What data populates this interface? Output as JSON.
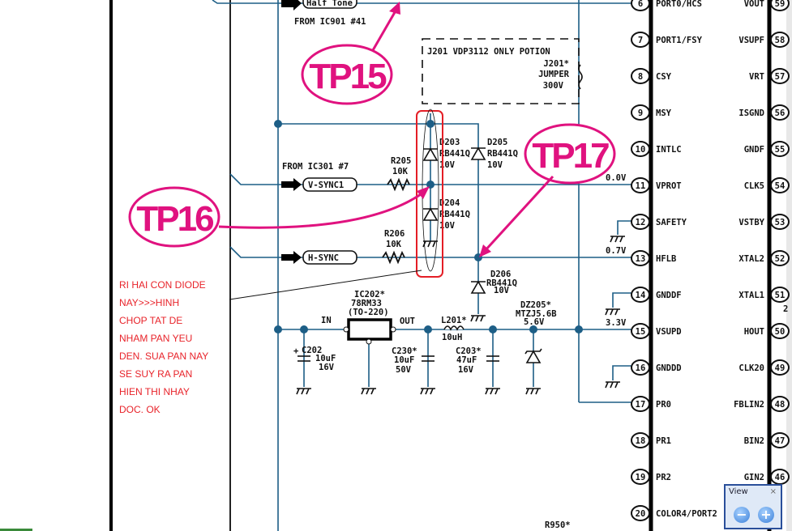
{
  "annotations": {
    "tp15": "TP15",
    "tp16": "TP16",
    "tp17": "TP17",
    "note_lines": [
      "RI HAI CON DIODE",
      "NAY>>>HINH",
      "CHOP TAT DE",
      "NHAM PAN YEU",
      "DEN. SUA PAN NAY",
      "SE SUY RA PAN",
      "HIEN THI NHAY",
      "DOC. OK"
    ]
  },
  "signals": {
    "half_tone": "Half Tone",
    "from_ic901": "FROM IC901 #41",
    "from_ic301": "FROM IC301 #7",
    "vsync": "V-SYNC1",
    "hsync": "H-SYNC"
  },
  "jumper_box": {
    "title": "J201 VDP3112 ONLY POTION",
    "ref": "J201*",
    "type": "JUMPER",
    "value": "300V"
  },
  "components": {
    "r205": {
      "ref": "R205",
      "value": "10K"
    },
    "r206": {
      "ref": "R206",
      "value": "10K"
    },
    "d203": {
      "ref": "D203",
      "part": "RB441Q",
      "v": "10V"
    },
    "d204": {
      "ref": "D204",
      "part": "RB441Q",
      "v": "10V"
    },
    "d205": {
      "ref": "D205",
      "part": "RB441Q",
      "v": "10V"
    },
    "d206": {
      "ref": "D206",
      "part": "RB441Q",
      "v": "10V"
    },
    "ic202": {
      "ref": "IC202*",
      "part": "78RM33",
      "pkg": "(TO-220)",
      "in": "IN",
      "out": "OUT"
    },
    "c202": {
      "ref": "C202",
      "value": "10uF",
      "v": "16V"
    },
    "c230": {
      "ref": "C230*",
      "value": "10uF",
      "v": "50V"
    },
    "c203": {
      "ref": "C203*",
      "value": "47uF",
      "v": "16V"
    },
    "l201": {
      "ref": "L201*",
      "value": "10uH"
    },
    "dz205": {
      "ref": "DZ205*",
      "part": "MTZJ5.6B",
      "v": "5.6V"
    },
    "r950": "R950*"
  },
  "voltages": {
    "v11": "0.0V",
    "v13": "0.7V",
    "v15": "3.3V"
  },
  "ic_left_pins": [
    {
      "n": "6",
      "name": "PORT0/HCS"
    },
    {
      "n": "7",
      "name": "PORT1/FSY"
    },
    {
      "n": "8",
      "name": "CSY"
    },
    {
      "n": "9",
      "name": "MSY"
    },
    {
      "n": "10",
      "name": "INTLC"
    },
    {
      "n": "11",
      "name": "VPROT"
    },
    {
      "n": "12",
      "name": "SAFETY"
    },
    {
      "n": "13",
      "name": "HFLB"
    },
    {
      "n": "14",
      "name": "GNDDF"
    },
    {
      "n": "15",
      "name": "VSUPD"
    },
    {
      "n": "16",
      "name": "GNDDD"
    },
    {
      "n": "17",
      "name": "PR0"
    },
    {
      "n": "18",
      "name": "PR1"
    },
    {
      "n": "19",
      "name": "PR2"
    },
    {
      "n": "20",
      "name": "COLOR4/PORT2"
    }
  ],
  "ic_right_pins": [
    {
      "n": "59",
      "name": "VOUT"
    },
    {
      "n": "58",
      "name": "VSUPF"
    },
    {
      "n": "57",
      "name": "VRT"
    },
    {
      "n": "56",
      "name": "ISGND"
    },
    {
      "n": "55",
      "name": "GNDF"
    },
    {
      "n": "54",
      "name": "CLK5"
    },
    {
      "n": "53",
      "name": "VSTBY"
    },
    {
      "n": "52",
      "name": "XTAL2"
    },
    {
      "n": "51",
      "name": "XTAL1"
    },
    {
      "n": "50",
      "name": "HOUT"
    },
    {
      "n": "49",
      "name": "CLK20"
    },
    {
      "n": "48",
      "name": "FBLIN2"
    },
    {
      "n": "47",
      "name": "BIN2"
    },
    {
      "n": "46",
      "name": "GIN2"
    }
  ],
  "edge_label": "2",
  "view_panel": {
    "title": "View",
    "close": "×",
    "zoom_out": "−",
    "zoom_in": "+"
  }
}
